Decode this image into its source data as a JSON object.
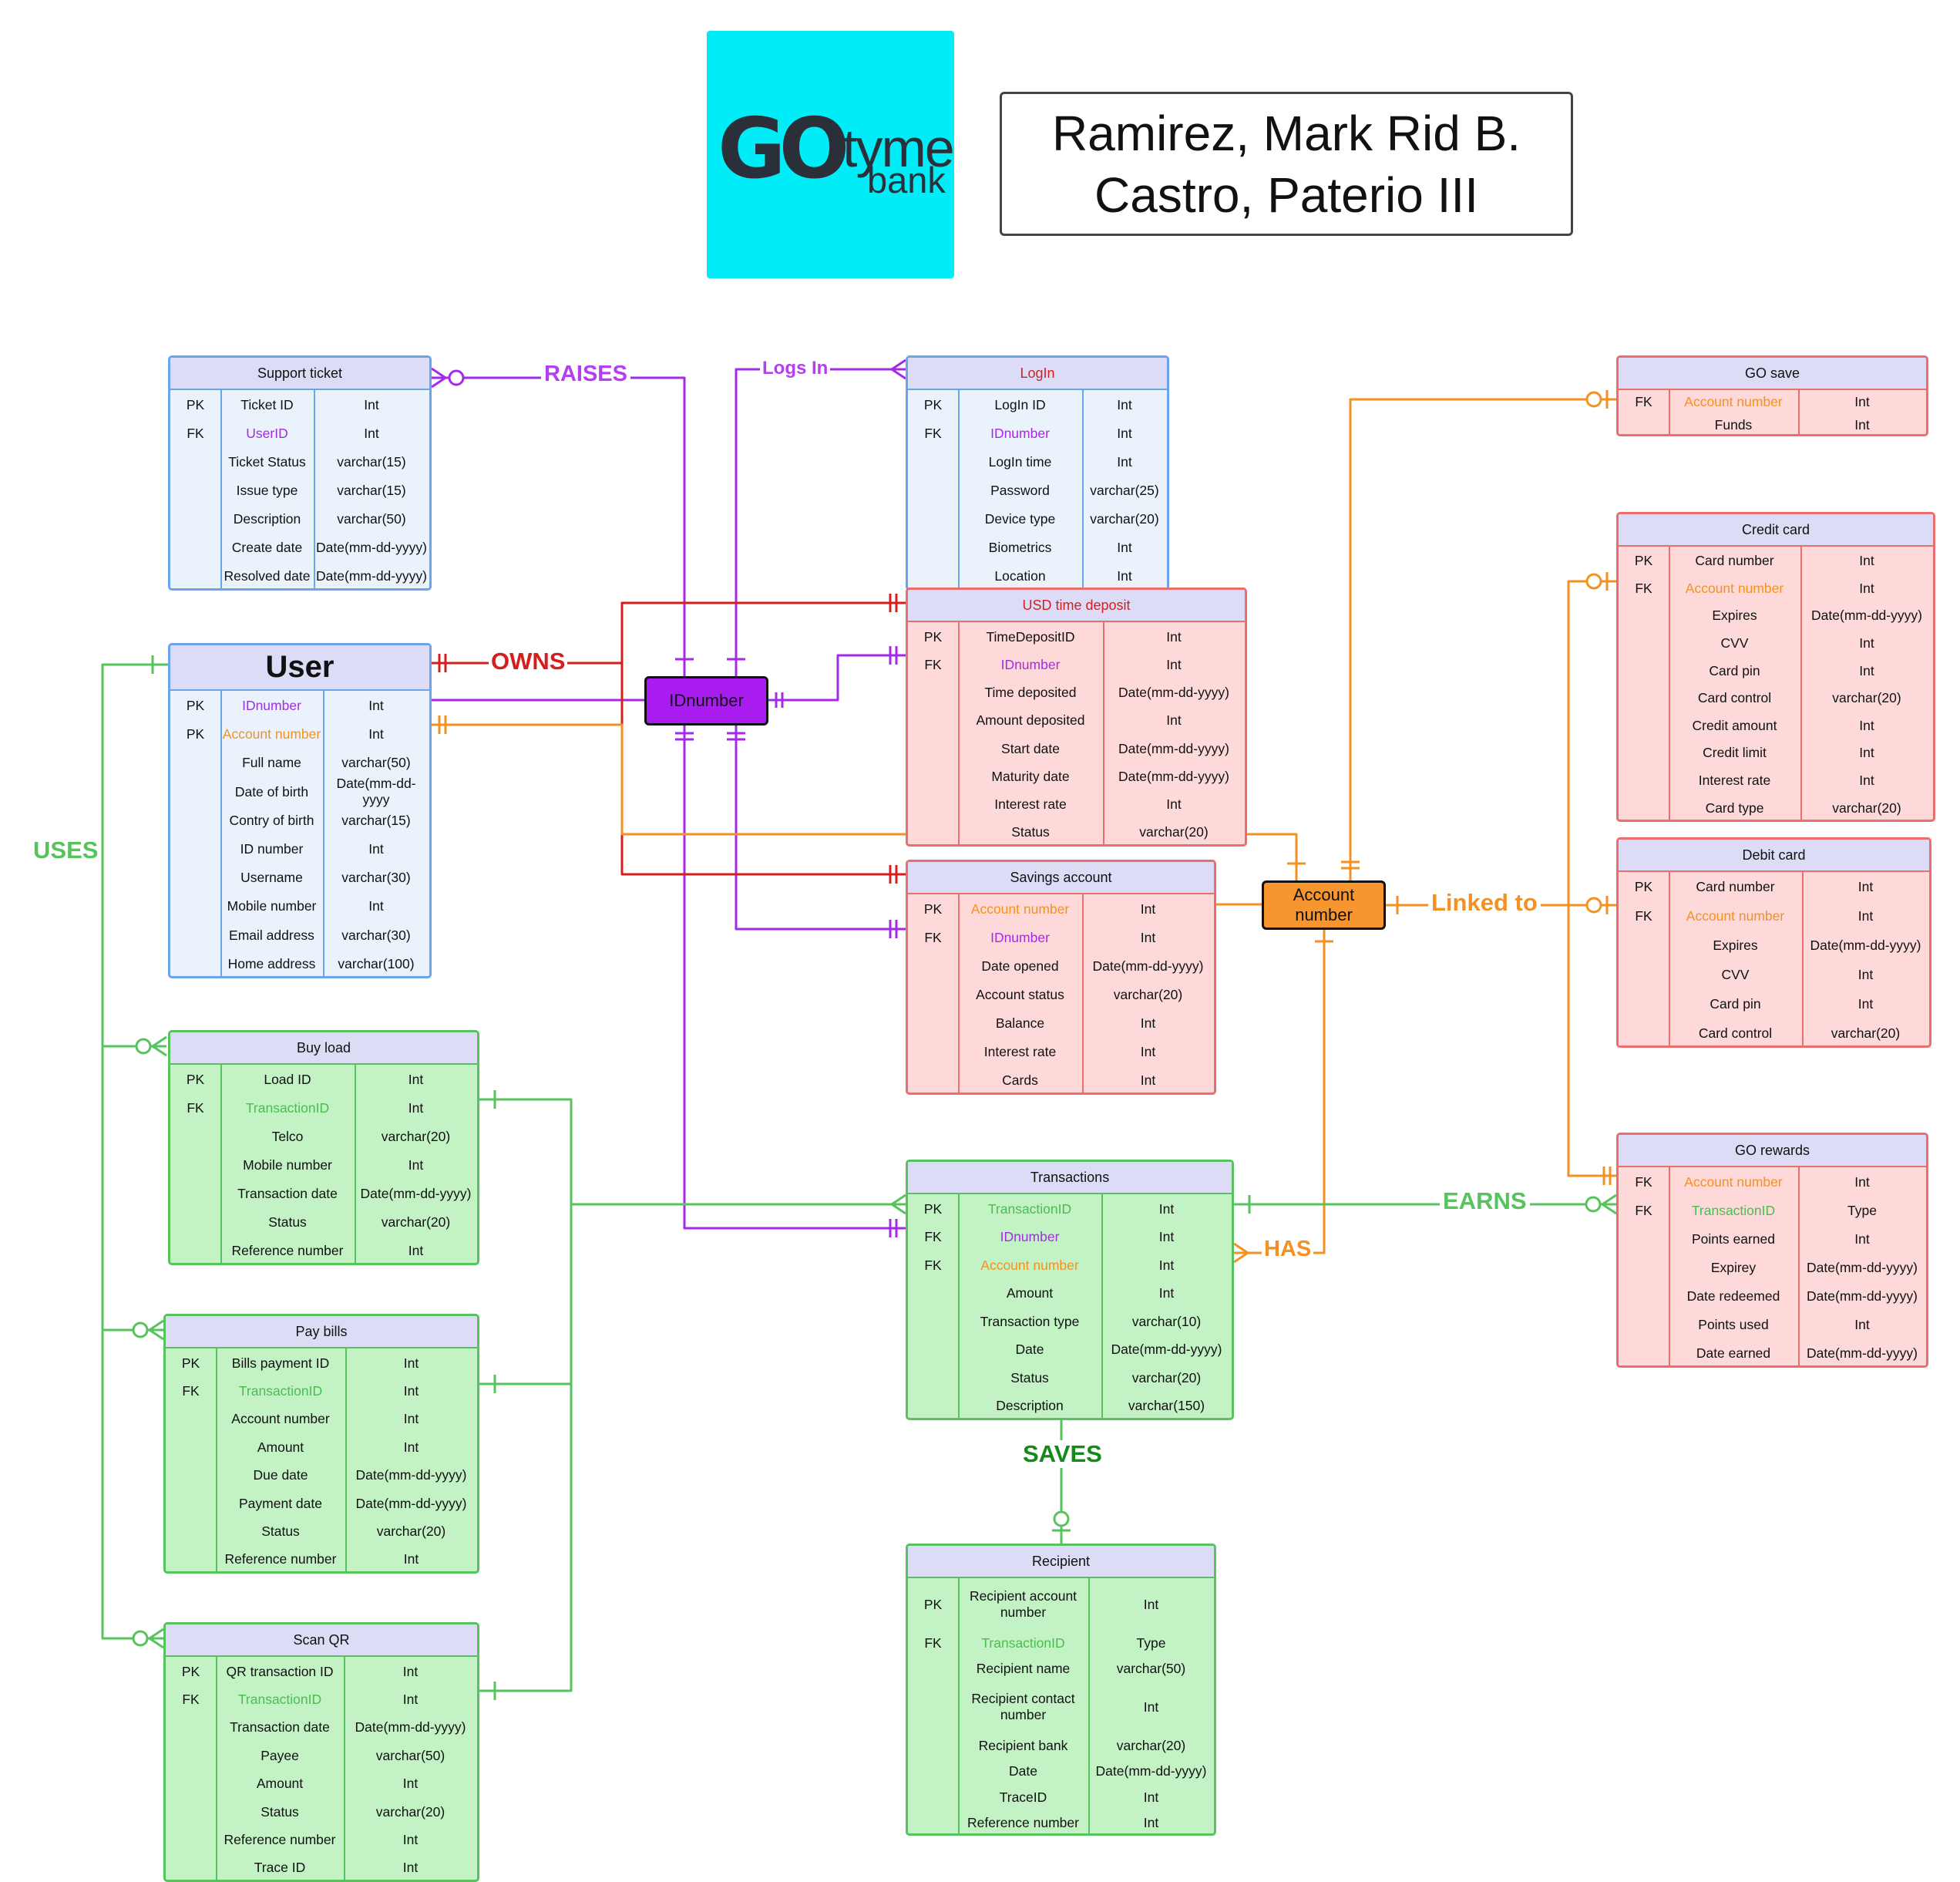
{
  "brand": {
    "logo_word": "GO",
    "logo_word2": "tyme",
    "logo_sub": "bank",
    "logo_bg": "#00ecf6"
  },
  "authors": [
    "Ramirez, Mark Rid B.",
    "Castro, Paterio III"
  ],
  "colors": {
    "blue": "#6aa4ec",
    "red": "#ec6d6d",
    "green": "#56c35c",
    "purple": "#a629e8",
    "orange": "#f39223",
    "dark_red": "#d41f1f",
    "dark_green": "#138a1a"
  },
  "hubs": {
    "idnumber": "IDnumber",
    "account_number": "Account number"
  },
  "relationships": {
    "raises": "RAISES",
    "logs_in": "Logs In",
    "owns": "OWNS",
    "uses": "USES",
    "linked_to": "Linked to",
    "earns": "EARNS",
    "has": "HAS",
    "saves": "SAVES"
  },
  "entities": {
    "support_ticket": {
      "title": "Support ticket",
      "rows": [
        {
          "k": "PK",
          "f": "Ticket ID",
          "t": "Int"
        },
        {
          "k": "FK",
          "f": "UserID",
          "t": "Int",
          "fc": "purple"
        },
        {
          "k": "",
          "f": "Ticket Status",
          "t": "varchar(15)"
        },
        {
          "k": "",
          "f": "Issue type",
          "t": "varchar(15)"
        },
        {
          "k": "",
          "f": "Description",
          "t": "varchar(50)"
        },
        {
          "k": "",
          "f": "Create date",
          "t": "Date(mm-dd-yyyy)"
        },
        {
          "k": "",
          "f": "Resolved date",
          "t": "Date(mm-dd-yyyy)"
        }
      ]
    },
    "login": {
      "title": "LogIn",
      "rows": [
        {
          "k": "PK",
          "f": "LogIn ID",
          "t": "Int"
        },
        {
          "k": "FK",
          "f": "IDnumber",
          "t": "Int",
          "fc": "purple"
        },
        {
          "k": "",
          "f": "LogIn time",
          "t": "Int"
        },
        {
          "k": "",
          "f": "Password",
          "t": "varchar(25)"
        },
        {
          "k": "",
          "f": "Device type",
          "t": "varchar(20)"
        },
        {
          "k": "",
          "f": "Biometrics",
          "t": "Int"
        },
        {
          "k": "",
          "f": "Location",
          "t": "Int"
        }
      ]
    },
    "user": {
      "title": "User",
      "rows": [
        {
          "k": "PK",
          "f": "IDnumber",
          "t": "Int",
          "fc": "purple"
        },
        {
          "k": "PK",
          "f": "Account number",
          "t": "Int",
          "fc": "orange"
        },
        {
          "k": "",
          "f": "Full name",
          "t": "varchar(50)"
        },
        {
          "k": "",
          "f": "Date of birth",
          "t": "Date(mm-dd-yyyy"
        },
        {
          "k": "",
          "f": "Contry of birth",
          "t": "varchar(15)"
        },
        {
          "k": "",
          "f": "ID number",
          "t": "Int"
        },
        {
          "k": "",
          "f": "Username",
          "t": "varchar(30)"
        },
        {
          "k": "",
          "f": "Mobile number",
          "t": "Int"
        },
        {
          "k": "",
          "f": "Email address",
          "t": "varchar(30)"
        },
        {
          "k": "",
          "f": "Home address",
          "t": "varchar(100)"
        }
      ]
    },
    "usd_time_deposit": {
      "title": "USD time deposit",
      "rows": [
        {
          "k": "PK",
          "f": "TimeDepositID",
          "t": "Int"
        },
        {
          "k": "FK",
          "f": "IDnumber",
          "t": "Int",
          "fc": "purple"
        },
        {
          "k": "",
          "f": "Time deposited",
          "t": "Date(mm-dd-yyyy)"
        },
        {
          "k": "",
          "f": "Amount deposited",
          "t": "Int"
        },
        {
          "k": "",
          "f": "Start date",
          "t": "Date(mm-dd-yyyy)"
        },
        {
          "k": "",
          "f": "Maturity date",
          "t": "Date(mm-dd-yyyy)"
        },
        {
          "k": "",
          "f": "Interest rate",
          "t": "Int"
        },
        {
          "k": "",
          "f": "Status",
          "t": "varchar(20)"
        }
      ]
    },
    "savings_account": {
      "title": "Savings account",
      "rows": [
        {
          "k": "PK",
          "f": "Account number",
          "t": "Int",
          "fc": "orange"
        },
        {
          "k": "FK",
          "f": "IDnumber",
          "t": "Int",
          "fc": "purple"
        },
        {
          "k": "",
          "f": "Date opened",
          "t": "Date(mm-dd-yyyy)"
        },
        {
          "k": "",
          "f": "Account status",
          "t": "varchar(20)"
        },
        {
          "k": "",
          "f": "Balance",
          "t": "Int"
        },
        {
          "k": "",
          "f": "Interest rate",
          "t": "Int"
        },
        {
          "k": "",
          "f": "Cards",
          "t": "Int"
        }
      ]
    },
    "go_save": {
      "title": "GO save",
      "rows": [
        {
          "k": "FK",
          "f": "Account number",
          "t": "Int",
          "fc": "orange"
        },
        {
          "k": "",
          "f": "Funds",
          "t": "Int"
        }
      ]
    },
    "credit_card": {
      "title": "Credit card",
      "rows": [
        {
          "k": "PK",
          "f": "Card number",
          "t": "Int"
        },
        {
          "k": "FK",
          "f": "Account number",
          "t": "Int",
          "fc": "orange"
        },
        {
          "k": "",
          "f": "Expires",
          "t": "Date(mm-dd-yyyy)"
        },
        {
          "k": "",
          "f": "CVV",
          "t": "Int"
        },
        {
          "k": "",
          "f": "Card pin",
          "t": "Int"
        },
        {
          "k": "",
          "f": "Card control",
          "t": "varchar(20)"
        },
        {
          "k": "",
          "f": "Credit amount",
          "t": "Int"
        },
        {
          "k": "",
          "f": "Credit limit",
          "t": "Int"
        },
        {
          "k": "",
          "f": "Interest rate",
          "t": "Int"
        },
        {
          "k": "",
          "f": "Card type",
          "t": "varchar(20)"
        }
      ]
    },
    "debit_card": {
      "title": "Debit card",
      "rows": [
        {
          "k": "PK",
          "f": "Card number",
          "t": "Int"
        },
        {
          "k": "FK",
          "f": "Account number",
          "t": "Int",
          "fc": "orange"
        },
        {
          "k": "",
          "f": "Expires",
          "t": "Date(mm-dd-yyyy)"
        },
        {
          "k": "",
          "f": "CVV",
          "t": "Int"
        },
        {
          "k": "",
          "f": "Card pin",
          "t": "Int"
        },
        {
          "k": "",
          "f": "Card control",
          "t": "varchar(20)"
        }
      ]
    },
    "go_rewards": {
      "title": "GO rewards",
      "rows": [
        {
          "k": "FK",
          "f": "Account number",
          "t": "Int",
          "fc": "orange"
        },
        {
          "k": "FK",
          "f": "TransactionID",
          "t": "Type",
          "fc": "green"
        },
        {
          "k": "",
          "f": "Points earned",
          "t": "Int"
        },
        {
          "k": "",
          "f": "Expirey",
          "t": "Date(mm-dd-yyyy)"
        },
        {
          "k": "",
          "f": "Date redeemed",
          "t": "Date(mm-dd-yyyy)"
        },
        {
          "k": "",
          "f": "Points used",
          "t": "Int"
        },
        {
          "k": "",
          "f": "Date earned",
          "t": "Date(mm-dd-yyyy)"
        }
      ]
    },
    "buy_load": {
      "title": "Buy load",
      "rows": [
        {
          "k": "PK",
          "f": "Load ID",
          "t": "Int"
        },
        {
          "k": "FK",
          "f": "TransactionID",
          "t": "Int",
          "fc": "green"
        },
        {
          "k": "",
          "f": "Telco",
          "t": "varchar(20)"
        },
        {
          "k": "",
          "f": "Mobile number",
          "t": "Int"
        },
        {
          "k": "",
          "f": "Transaction date",
          "t": "Date(mm-dd-yyyy)"
        },
        {
          "k": "",
          "f": "Status",
          "t": "varchar(20)"
        },
        {
          "k": "",
          "f": "Reference number",
          "t": "Int"
        }
      ]
    },
    "transactions": {
      "title": "Transactions",
      "rows": [
        {
          "k": "PK",
          "f": "TransactionID",
          "t": "Int",
          "fc": "green"
        },
        {
          "k": "FK",
          "f": "IDnumber",
          "t": "Int",
          "fc": "purple"
        },
        {
          "k": "FK",
          "f": "Account number",
          "t": "Int",
          "fc": "orange"
        },
        {
          "k": "",
          "f": "Amount",
          "t": "Int"
        },
        {
          "k": "",
          "f": "Transaction type",
          "t": "varchar(10)"
        },
        {
          "k": "",
          "f": "Date",
          "t": "Date(mm-dd-yyyy)"
        },
        {
          "k": "",
          "f": "Status",
          "t": "varchar(20)"
        },
        {
          "k": "",
          "f": "Description",
          "t": "varchar(150)"
        }
      ]
    },
    "pay_bills": {
      "title": "Pay bills",
      "rows": [
        {
          "k": "PK",
          "f": "Bills payment ID",
          "t": "Int"
        },
        {
          "k": "FK",
          "f": "TransactionID",
          "t": "Int",
          "fc": "green"
        },
        {
          "k": "",
          "f": "Account number",
          "t": "Int"
        },
        {
          "k": "",
          "f": "Amount",
          "t": "Int"
        },
        {
          "k": "",
          "f": "Due date",
          "t": "Date(mm-dd-yyyy)"
        },
        {
          "k": "",
          "f": "Payment date",
          "t": "Date(mm-dd-yyyy)"
        },
        {
          "k": "",
          "f": "Status",
          "t": "varchar(20)"
        },
        {
          "k": "",
          "f": "Reference number",
          "t": "Int"
        }
      ]
    },
    "scan_qr": {
      "title": "Scan QR",
      "rows": [
        {
          "k": "PK",
          "f": "QR transaction ID",
          "t": "Int"
        },
        {
          "k": "FK",
          "f": "TransactionID",
          "t": "Int",
          "fc": "green"
        },
        {
          "k": "",
          "f": "Transaction date",
          "t": "Date(mm-dd-yyyy)"
        },
        {
          "k": "",
          "f": "Payee",
          "t": "varchar(50)"
        },
        {
          "k": "",
          "f": "Amount",
          "t": "Int"
        },
        {
          "k": "",
          "f": "Status",
          "t": "varchar(20)"
        },
        {
          "k": "",
          "f": "Reference number",
          "t": "Int"
        },
        {
          "k": "",
          "f": "Trace ID",
          "t": "Int"
        }
      ]
    },
    "recipient": {
      "title": "Recipient",
      "rows": [
        {
          "k": "PK",
          "f": "Recipient account number",
          "t": "Int"
        },
        {
          "k": "FK",
          "f": "TransactionID",
          "t": "Type",
          "fc": "green"
        },
        {
          "k": "",
          "f": "Recipient name",
          "t": "varchar(50)"
        },
        {
          "k": "",
          "f": "Recipient contact number",
          "t": "Int"
        },
        {
          "k": "",
          "f": "Recipient bank",
          "t": "varchar(20)"
        },
        {
          "k": "",
          "f": "Date",
          "t": "Date(mm-dd-yyyy)"
        },
        {
          "k": "",
          "f": "TraceID",
          "t": "Int"
        },
        {
          "k": "",
          "f": "Reference number",
          "t": "Int"
        }
      ]
    }
  }
}
